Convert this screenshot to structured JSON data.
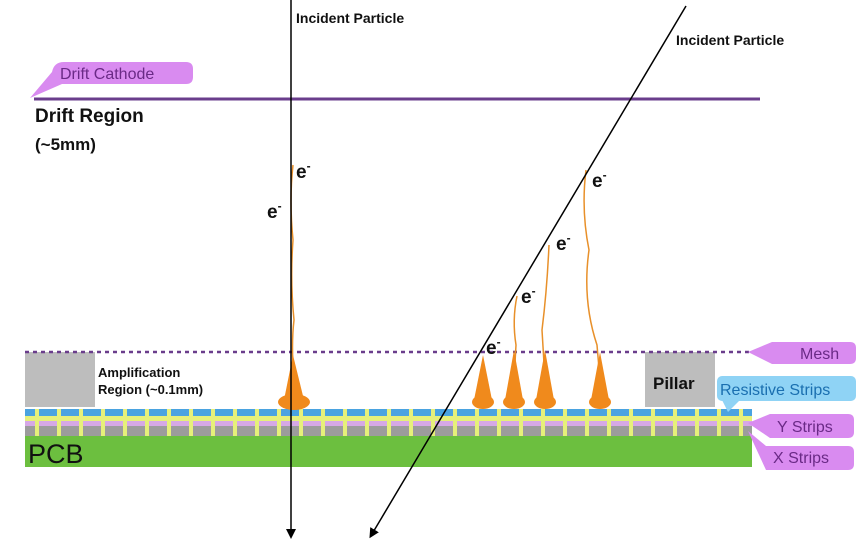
{
  "labels": {
    "incident_particle_1": "Incident Particle",
    "incident_particle_2": "Incident Particle",
    "drift_cathode": "Drift Cathode",
    "drift_region_line1": "Drift Region",
    "drift_region_line2": "(~5mm)",
    "amplification_line1": "Amplification",
    "amplification_line2": "Region (~0.1mm)",
    "pillar": "Pillar",
    "mesh": "Mesh",
    "resistive_strips": "Resistive Strips",
    "y_strips": "Y Strips",
    "x_strips": "X Strips",
    "pcb": "PCB",
    "electron": "e",
    "electron_sup": "-"
  },
  "colors": {
    "cathode_line": "#6a3d8c",
    "tag_fill": "#d98bf0",
    "tag_text": "#6a2a86",
    "mesh_line": "#6a3d8c",
    "pillar_fill": "#bdbdbd",
    "resistive_strip": "#4aa3e0",
    "resistive_tag_fill": "#8fd3f5",
    "resistive_tag_text": "#1a6fb0",
    "y_strip": "#d6a8e6",
    "x_strip": "#9c9c9c",
    "strip_ticks": "#e6f07a",
    "pcb_fill": "#6cbf3f",
    "electron_track": "#e8902a",
    "avalanche": "#f08a1c",
    "particle_line": "#000000"
  }
}
